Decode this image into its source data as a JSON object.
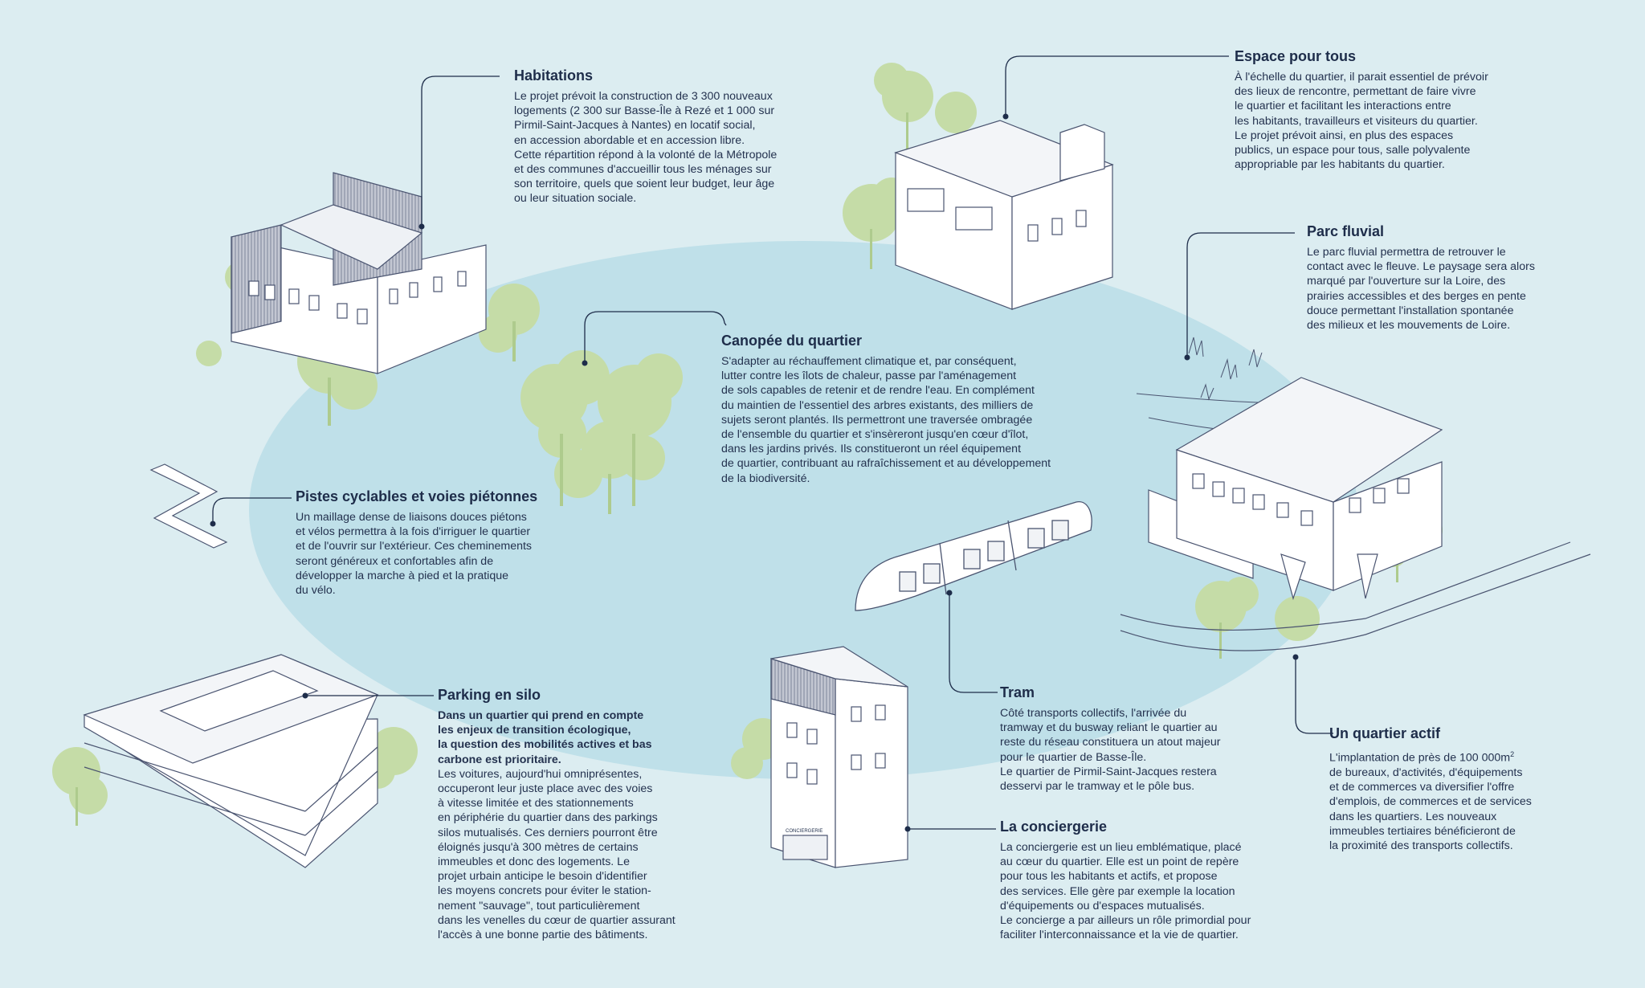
{
  "colors": {
    "background": "#dcedf1",
    "ellipse": "#bfe0e9",
    "ink": "#1e2d4a",
    "tree": "#c5dca7",
    "tree_dark": "#aecb8d",
    "building_line": "#4a5470"
  },
  "sections": {
    "habitations": {
      "title": "Habitations",
      "body": "Le projet prévoit la construction de 3 300 nouveaux\nlogements (2 300 sur Basse-Île à Rezé et 1 000 sur\nPirmil-Saint-Jacques à Nantes) en locatif social,\nen accession abordable et en accession libre.\nCette répartition répond à la volonté de la Métropole\net des communes d'accueillir tous les ménages sur\nson territoire, quels que soient leur budget, leur âge\nou leur situation sociale."
    },
    "espace": {
      "title": "Espace pour tous",
      "body": "À l'échelle du quartier, il parait essentiel de prévoir\ndes lieux de rencontre, permettant de faire vivre\nle quartier et facilitant les interactions entre\nles habitants, travailleurs et visiteurs du quartier.\nLe projet prévoit ainsi, en plus des espaces\npublics, un espace pour tous, salle polyvalente\nappropriable par les habitants du quartier."
    },
    "parc": {
      "title": "Parc fluvial",
      "body": "Le parc fluvial permettra de retrouver le\ncontact avec le fleuve. Le paysage sera alors\nmarqué par l'ouverture sur la Loire, des\nprairies accessibles et des berges en pente\ndouce permettant l'installation spontanée\ndes milieux et les mouvements de Loire."
    },
    "canopee": {
      "title": "Canopée du quartier",
      "body": "S'adapter au réchauffement climatique et, par conséquent,\nlutter contre les îlots de chaleur, passe par l'aménagement\nde sols capables de retenir et de rendre l'eau. En complément\ndu maintien de l'essentiel des arbres existants, des milliers de\nsujets seront plantés. Ils permettront une traversée ombragée\nde l'ensemble du quartier et s'insèreront jusqu'en cœur d'îlot,\ndans les jardins privés. Ils constitueront un réel équipement\nde quartier, contribuant au rafraîchissement et au développement\nde la biodiversité."
    },
    "pistes": {
      "title": "Pistes cyclables et voies piétonnes",
      "body": "Un maillage dense de liaisons douces piétons\net vélos permettra à la fois d'irriguer le quartier\net de l'ouvrir sur l'extérieur. Ces cheminements\nseront généreux et confortables afin de\ndévelopper la marche à pied et la pratique\ndu vélo."
    },
    "parking": {
      "title": "Parking en silo",
      "lead": "Dans un quartier qui prend en compte\nles enjeux de transition écologique,\nla question des mobilités actives et bas\ncarbone est prioritaire.",
      "body": "Les voitures, aujourd'hui omniprésentes,\noccuperont leur juste place avec des voies\nà vitesse limitée et des stationnements\nen périphérie du quartier dans des parkings\nsilos mutualisés. Ces derniers pourront être\néloignés jusqu'à 300 mètres de certains\nimmeubles et donc des logements. Le\nprojet urbain anticipe le besoin d'identifier\nles moyens concrets pour éviter le station-\nnement \"sauvage\", tout particulièrement\ndans les venelles du cœur de quartier assurant\nl'accès à une bonne partie des bâtiments."
    },
    "tram": {
      "title": "Tram",
      "body": "Côté transports collectifs, l'arrivée du\ntramway et du busway reliant le quartier au\nreste du réseau constituera un atout majeur\npour le quartier de Basse-Île.\nLe quartier de Pirmil-Saint-Jacques restera\ndesservi par le tramway et le pôle bus."
    },
    "conciergerie": {
      "title": "La conciergerie",
      "body": "La conciergerie est un lieu emblématique, placé\nau cœur du quartier. Elle est un point de repère\npour tous les habitants et actifs, et propose\ndes services. Elle gère par exemple la location\nd'équipements ou d'espaces mutualisés.\nLe concierge a par ailleurs un rôle primordial pour\nfaciliter l'interconnaissance et la vie de quartier."
    },
    "actif": {
      "title": "Un quartier actif",
      "body_line1_prefix": "L'implantation de près de 100 000m",
      "body_line1_sup": "2",
      "body": "de bureaux, d'activités, d'équipements\net de commerces va diversifier l'offre\nd'emplois, de commerces et de services\ndans les quartiers. Les nouveaux\nimmeubles tertiaires bénéficieront de\nla proximité des transports collectifs."
    }
  },
  "illustrations": {
    "conciergerie_sign": "CONCIERGERIE"
  }
}
